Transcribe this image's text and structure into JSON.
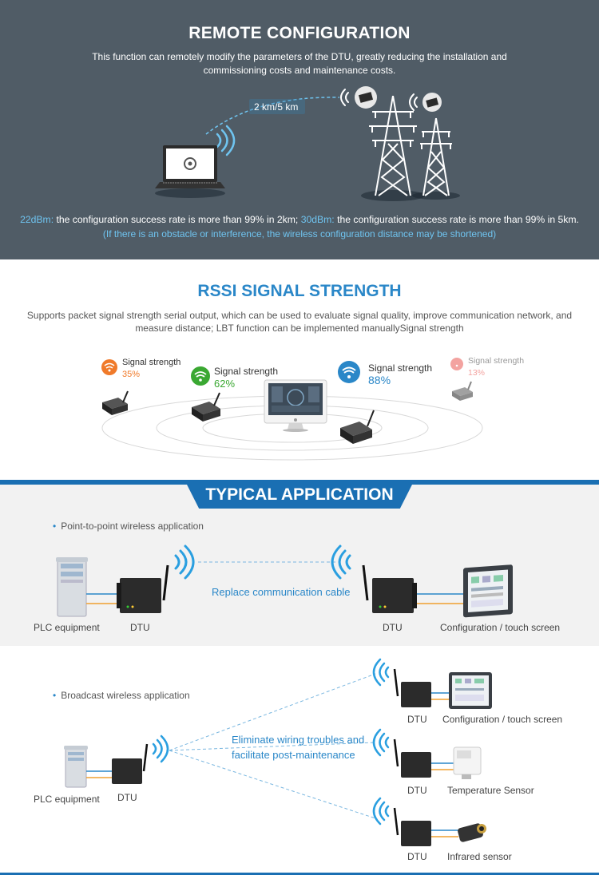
{
  "remote": {
    "title": "REMOTE CONFIGURATION",
    "description": "This function can remotely modify the parameters of the DTU, greatly reducing the installation and commissioning costs and maintenance costs.",
    "distance": "2 km/5 km",
    "rate_a_label": "22dBm:",
    "rate_a_text": " the configuration success rate is more than 99% in 2km; ",
    "rate_b_label": "30dBm:",
    "rate_b_text": " the configuration success rate is more than 99% in 5km.",
    "note": "(If there is an obstacle or interference, the wireless configuration distance may be shortened)"
  },
  "rssi": {
    "title": "RSSI SIGNAL STRENGTH",
    "description": "Supports packet signal strength serial output, which can be used to evaluate signal quality, improve communication network, and measure distance; LBT function can be implemented manuallySignal strength",
    "signals": [
      {
        "label": "Signal strength",
        "value": "35%",
        "color": "#f07a2a"
      },
      {
        "label": "Signal strength",
        "value": "62%",
        "color": "#3aa832"
      },
      {
        "label": "Signal strength",
        "value": "88%",
        "color": "#2a87c8"
      },
      {
        "label": "Signal strength",
        "value": "13%",
        "color": "#f3a3a0"
      }
    ]
  },
  "typical": {
    "title": "TYPICAL APPLICATION",
    "p2p": {
      "bullet": "Point-to-point wireless application",
      "plc": "PLC equipment",
      "dtu_left": "DTU",
      "middle": "Replace communication cable",
      "dtu_right": "DTU",
      "screen": "Configuration / touch screen"
    },
    "broadcast": {
      "bullet": "Broadcast wireless application",
      "plc": "PLC equipment",
      "dtu": "DTU",
      "middle_line1": "Eliminate wiring troubles and",
      "middle_line2": "facilitate post-maintenance",
      "targets": [
        {
          "dtu": "DTU",
          "label": "Configuration / touch screen"
        },
        {
          "dtu": "DTU",
          "label": "Temperature Sensor"
        },
        {
          "dtu": "DTU",
          "label": "Infrared sensor"
        }
      ]
    }
  }
}
